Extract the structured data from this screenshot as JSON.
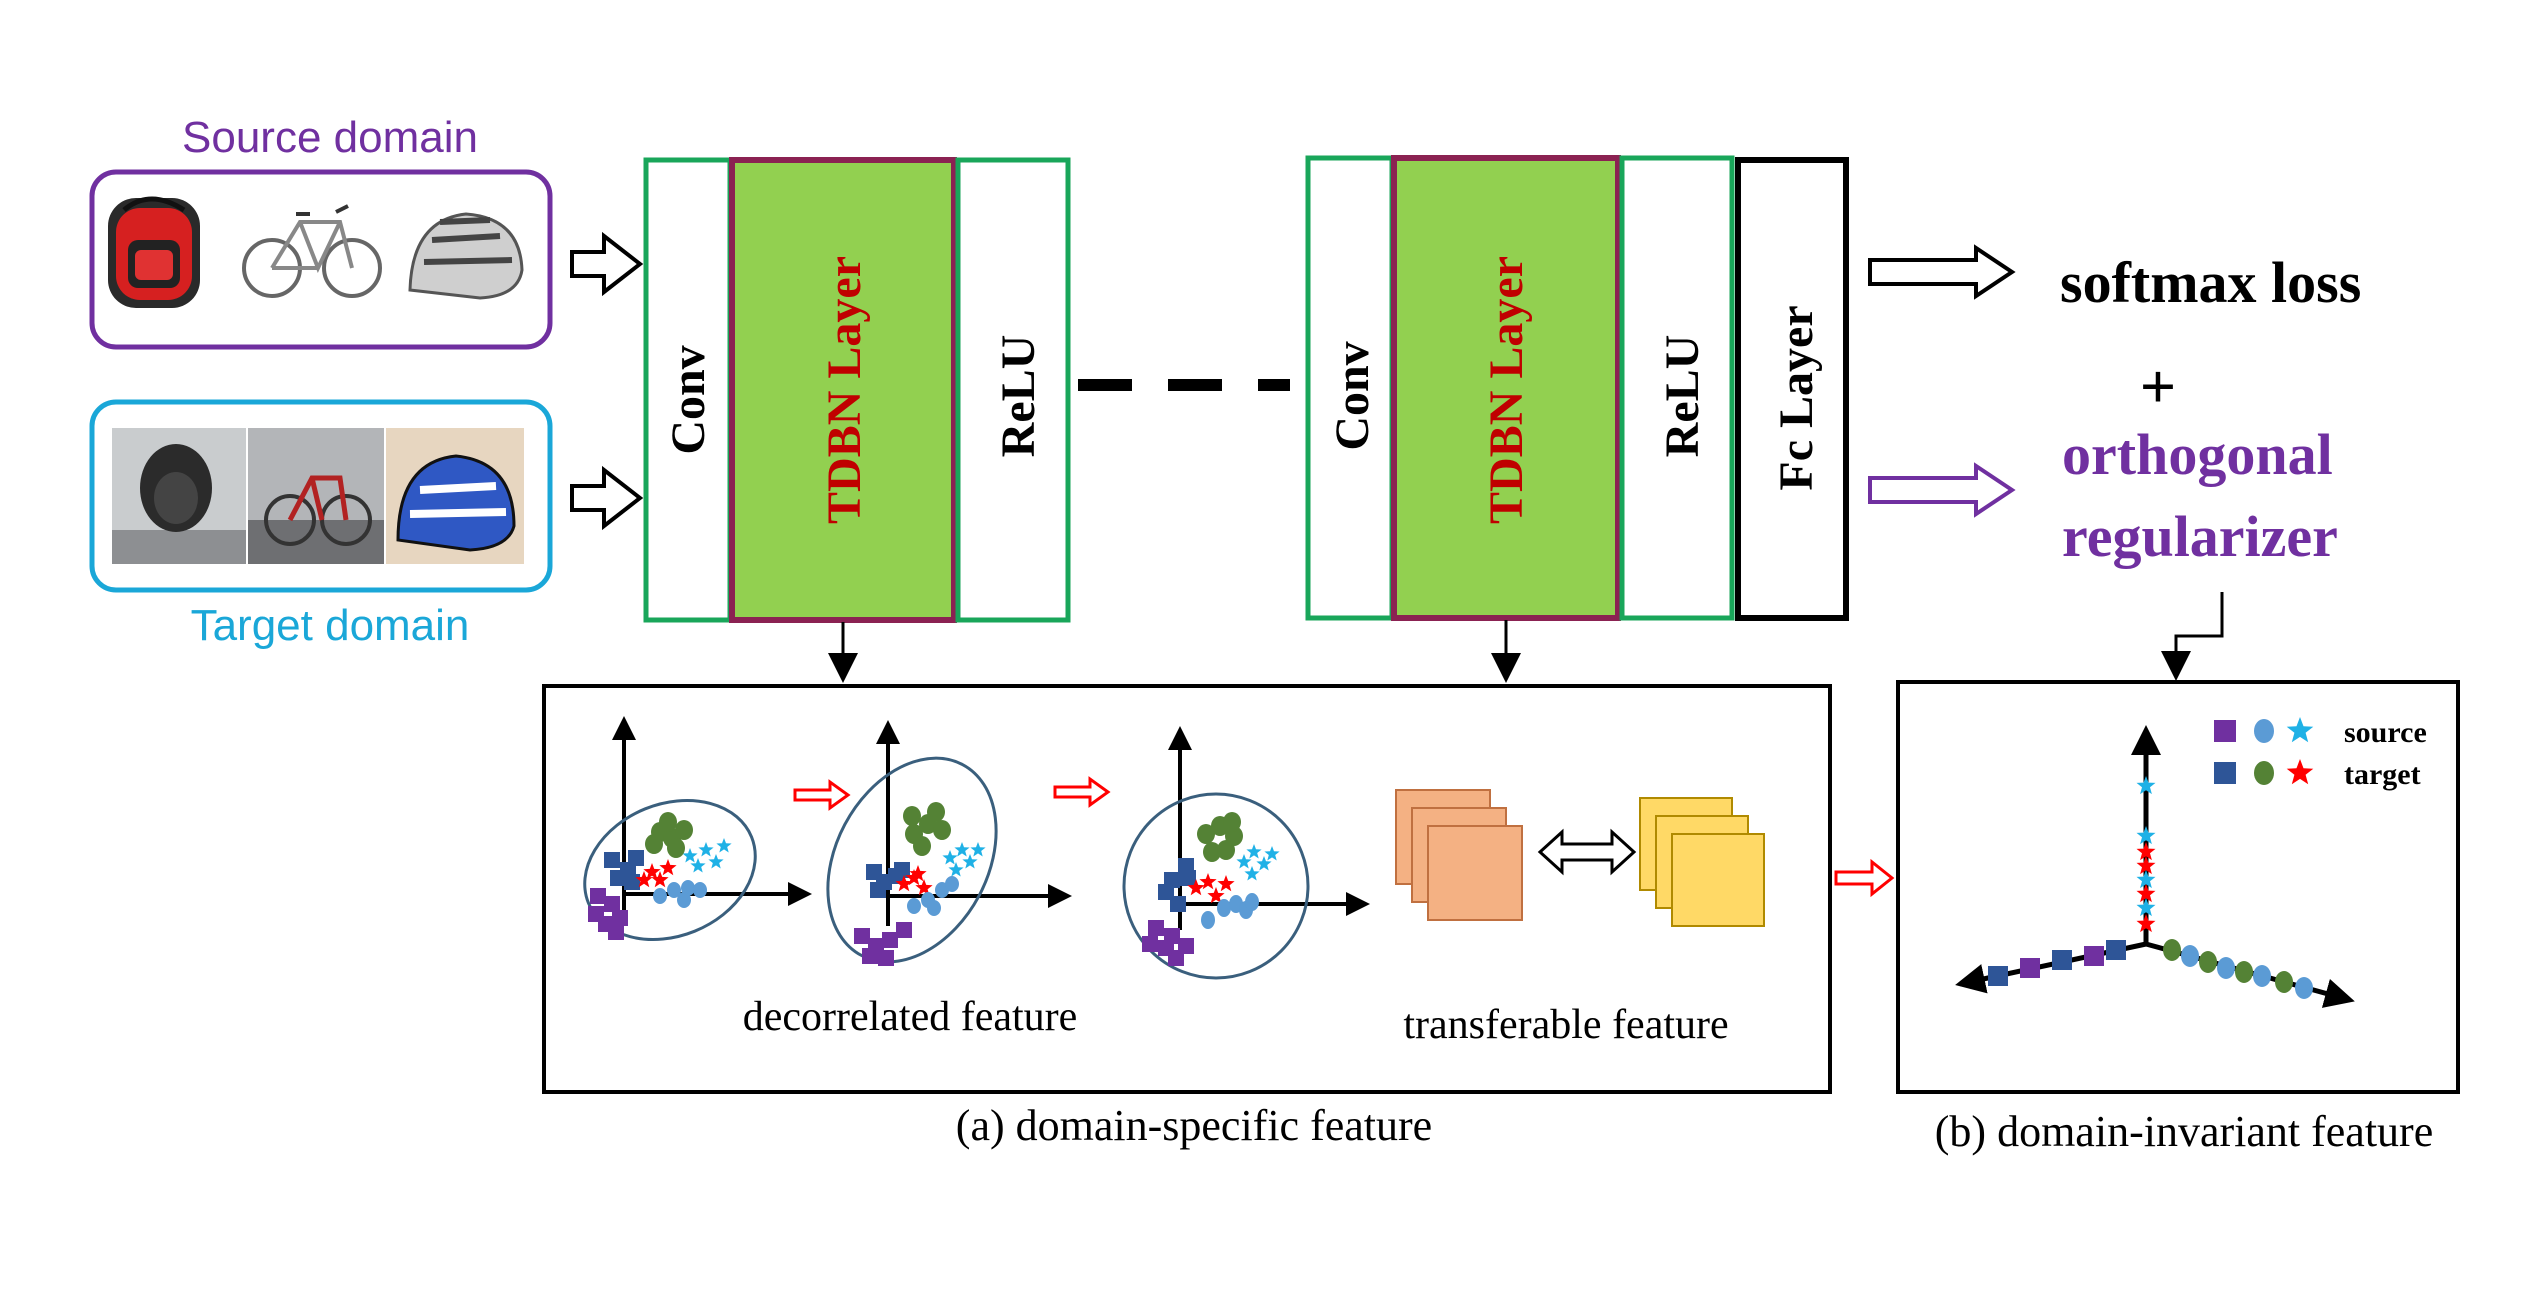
{
  "colors": {
    "source": "#7030a0",
    "target": "#1aa7d8",
    "conv_border": "#19a65a",
    "tdbn_fill": "#92d050",
    "tdbn_border": "#8b2252",
    "tdbn_text": "#c00000",
    "regularizer": "#7030a0",
    "red_arrow": "#ff0000",
    "purple_sq": "#7030a0",
    "blue_sq": "#2e5597",
    "light_blue": "#5b9bd5",
    "green": "#548235",
    "cyan_star": "#1fb1e6",
    "red_star": "#ff0000",
    "orange_map": "#f4b183",
    "yellow_map": "#ffd966"
  },
  "domains": {
    "source_label": "Source domain",
    "target_label": "Target domain",
    "source_images": [
      "backpack",
      "bicycle",
      "helmet"
    ],
    "target_images": [
      "backpack",
      "bicycle",
      "helmet"
    ]
  },
  "block1": {
    "conv": "Conv",
    "tdbn": "TDBN Layer",
    "relu": "ReLU"
  },
  "block2": {
    "conv": "Conv",
    "tdbn": "TDBN Layer",
    "relu": "ReLU",
    "fc": "Fc Layer"
  },
  "losses": {
    "softmax": "softmax loss",
    "plus": "+",
    "orth_line1": "orthogonal",
    "orth_line2": "regularizer"
  },
  "panel_a": {
    "decorrelated_label": "decorrelated feature",
    "transferable_label": "transferable feature",
    "caption": "(a) domain-specific feature"
  },
  "panel_b": {
    "legend_source": "source",
    "legend_target": "target",
    "caption": "(b) domain-invariant feature"
  }
}
